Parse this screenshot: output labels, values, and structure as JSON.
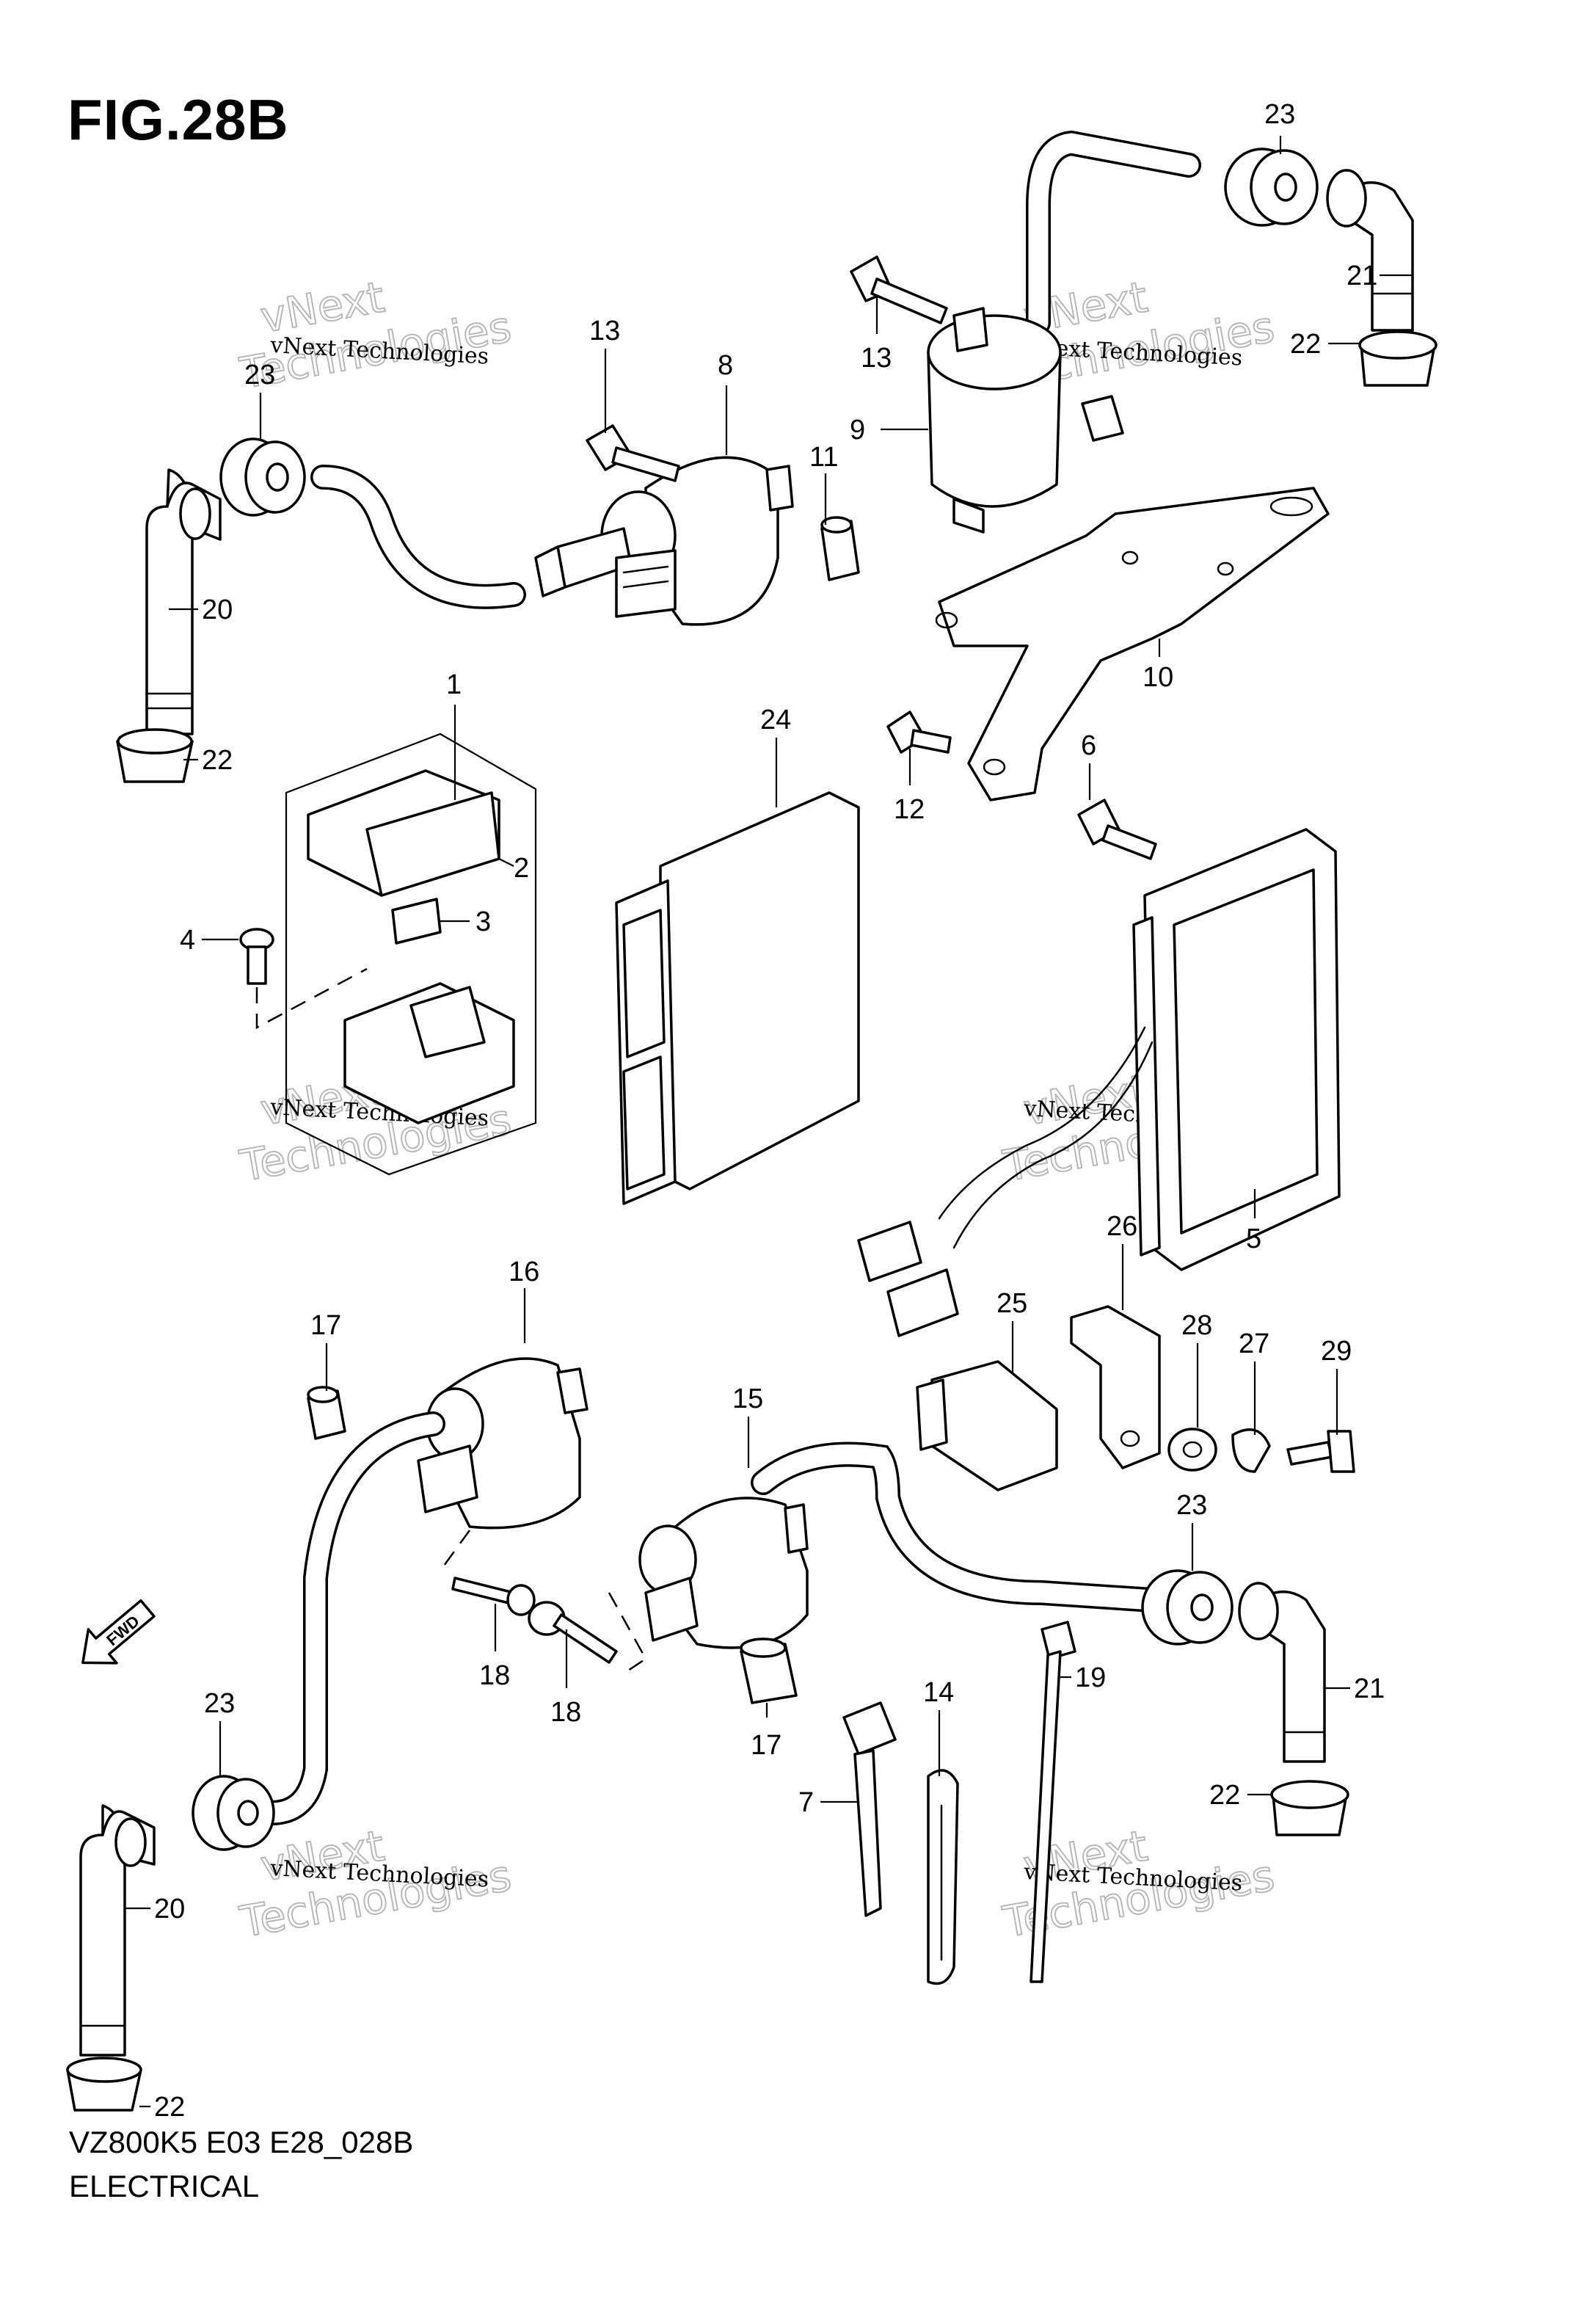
{
  "figure": {
    "title": "FIG.28B",
    "model_code": "VZ800K5 E03 E28_028B",
    "section": "ELECTRICAL",
    "fwd_label": "FWD"
  },
  "watermark": {
    "line1": "vNext Technologies",
    "line2": "vNext",
    "line3": "Technologies"
  },
  "callouts": [
    {
      "id": "1",
      "label": "1"
    },
    {
      "id": "2",
      "label": "2"
    },
    {
      "id": "3",
      "label": "3"
    },
    {
      "id": "4",
      "label": "4"
    },
    {
      "id": "5",
      "label": "5"
    },
    {
      "id": "6",
      "label": "6"
    },
    {
      "id": "7",
      "label": "7"
    },
    {
      "id": "8",
      "label": "8"
    },
    {
      "id": "9",
      "label": "9"
    },
    {
      "id": "10",
      "label": "10"
    },
    {
      "id": "11",
      "label": "11"
    },
    {
      "id": "12",
      "label": "12"
    },
    {
      "id": "13a",
      "label": "13"
    },
    {
      "id": "13b",
      "label": "13"
    },
    {
      "id": "14",
      "label": "14"
    },
    {
      "id": "15",
      "label": "15"
    },
    {
      "id": "16",
      "label": "16"
    },
    {
      "id": "17a",
      "label": "17"
    },
    {
      "id": "17b",
      "label": "17"
    },
    {
      "id": "18a",
      "label": "18"
    },
    {
      "id": "18b",
      "label": "18"
    },
    {
      "id": "19",
      "label": "19"
    },
    {
      "id": "20a",
      "label": "20"
    },
    {
      "id": "20b",
      "label": "20"
    },
    {
      "id": "21a",
      "label": "21"
    },
    {
      "id": "21b",
      "label": "21"
    },
    {
      "id": "22a",
      "label": "22"
    },
    {
      "id": "22b",
      "label": "22"
    },
    {
      "id": "22c",
      "label": "22"
    },
    {
      "id": "22d",
      "label": "22"
    },
    {
      "id": "23a",
      "label": "23"
    },
    {
      "id": "23b",
      "label": "23"
    },
    {
      "id": "23c",
      "label": "23"
    },
    {
      "id": "23d",
      "label": "23"
    },
    {
      "id": "24",
      "label": "24"
    },
    {
      "id": "25",
      "label": "25"
    },
    {
      "id": "26",
      "label": "26"
    },
    {
      "id": "27",
      "label": "27"
    },
    {
      "id": "28",
      "label": "28"
    },
    {
      "id": "29",
      "label": "29"
    }
  ]
}
